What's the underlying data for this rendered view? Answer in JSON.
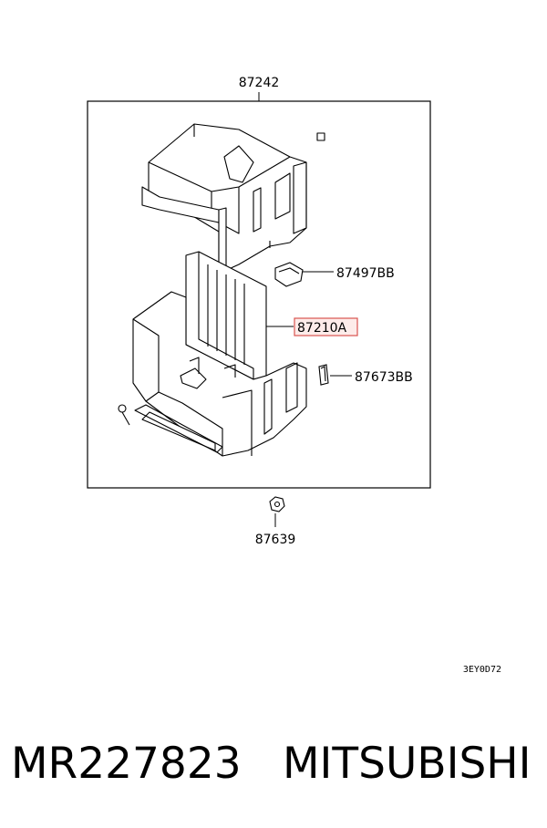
{
  "diagram": {
    "callouts": {
      "housing": "87242",
      "clip": "87497BB",
      "filter": "87210A",
      "bracket": "87673BB",
      "nut": "87639"
    },
    "highlighted_part": "87210A",
    "highlight_color": "#d9534f",
    "ref_code": "3EY0D72"
  },
  "footer": {
    "part_number": "MR227823",
    "brand": "MITSUBISHI"
  }
}
